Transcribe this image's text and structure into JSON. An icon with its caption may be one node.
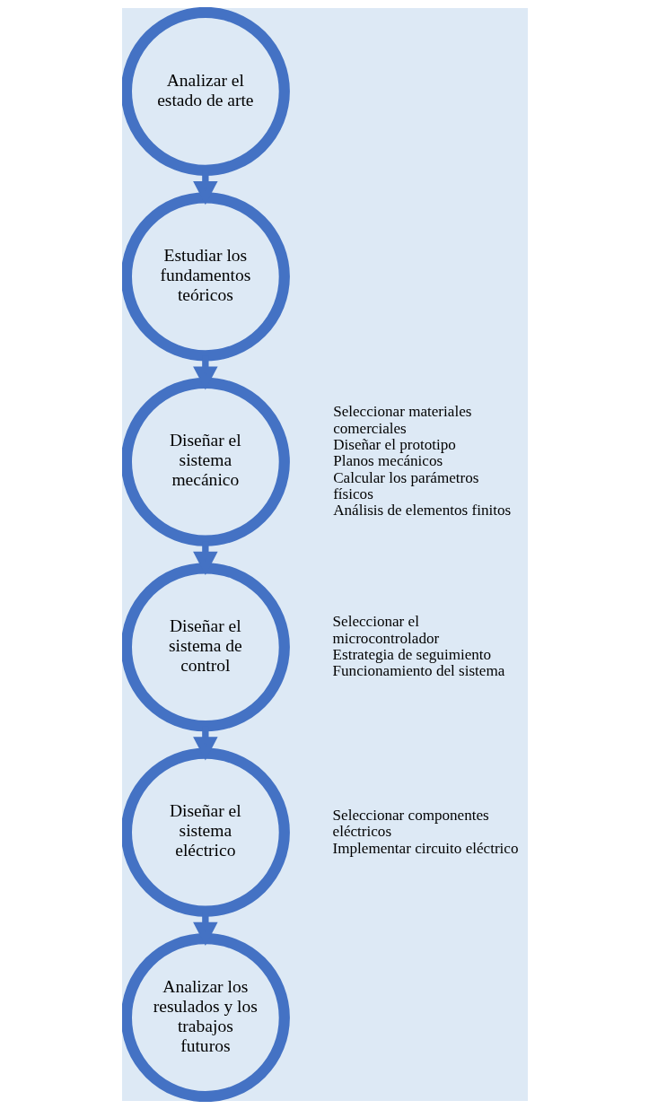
{
  "diagram": {
    "nodes": [
      {
        "text": [
          "Analizar el estado de arte"
        ]
      },
      {
        "text": [
          "Estudiar los fundamentos teóricos"
        ]
      },
      {
        "text": [
          "Diseñar el sistema mecánico"
        ],
        "beside": [
          "Seleccionar materiales comerciales",
          "Diseñar el prototipo",
          "Planos mecánicos",
          "Calcular los parámetros físicos",
          "Análisis de elementos finitos"
        ]
      },
      {
        "text": [
          "Diseñar el sistema de control"
        ],
        "beside": [
          "Seleccionar el microcontrolador",
          "Estrategia de seguimiento",
          "Funcionamiento del sistema"
        ]
      },
      {
        "text": [
          "Diseñar el sistema eléctrico"
        ],
        "beside": [
          "Seleccionar componentes eléctricos",
          "Implementar circuito eléctrico"
        ]
      },
      {
        "text": [
          "Analizar los resulados y los trabajos futuros"
        ]
      }
    ],
    "edges": [
      {
        "from": 0,
        "to": 1,
        "arrow": "to"
      },
      {
        "from": 1,
        "to": 2,
        "arrow": "to"
      },
      {
        "from": 2,
        "to": 3,
        "arrow": "to"
      },
      {
        "from": 3,
        "to": 4,
        "arrow": "to"
      },
      {
        "from": 4,
        "to": 5,
        "arrow": "to"
      }
    ]
  }
}
